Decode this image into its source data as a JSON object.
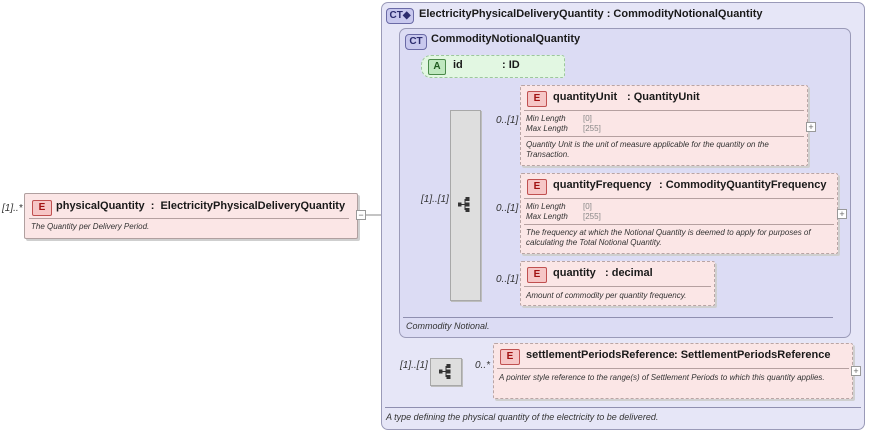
{
  "root": {
    "multiplicity": "[1]..*",
    "badge": "E",
    "name": "physicalQuantity",
    "type_sep": ":",
    "type": "ElectricityPhysicalDeliveryQuantity",
    "doc": "The Quantity per Delivery Period.",
    "collapse": "−"
  },
  "outer_type": {
    "badge": "CT◆",
    "title": "ElectricityPhysicalDeliveryQuantity : CommodityNotionalQuantity",
    "doc": "A type defining the physical quantity of the electricity to be delivered."
  },
  "inner_type": {
    "badge": "CT",
    "title": "CommodityNotionalQuantity",
    "doc": "Commodity Notional."
  },
  "attribute": {
    "badge": "A",
    "name": "id",
    "type": ": ID"
  },
  "sequence1": {
    "multiplicity": "[1]..[1]"
  },
  "sequence2": {
    "multiplicity": "[1]..[1]"
  },
  "elements": [
    {
      "multiplicity": "0..[1]",
      "badge": "E",
      "name": "quantityUnit",
      "type": ": QuantityUnit",
      "min_length_label": "Min Length",
      "min_length_value": "[0]",
      "max_length_label": "Max Length",
      "max_length_value": "[255]",
      "doc": "Quantity Unit is the unit of measure applicable for the quantity on the Transaction.",
      "expand": "+"
    },
    {
      "multiplicity": "0..[1]",
      "badge": "E",
      "name": "quantityFrequency",
      "type": ": CommodityQuantityFrequency",
      "min_length_label": "Min Length",
      "min_length_value": "[0]",
      "max_length_label": "Max Length",
      "max_length_value": "[255]",
      "doc": "The frequency at which the Notional Quantity is deemed to apply for purposes of calculating the Total Notional Quantity.",
      "expand": "+"
    },
    {
      "multiplicity": "0..[1]",
      "badge": "E",
      "name": "quantity",
      "type": ": decimal",
      "doc": "Amount of commodity per quantity frequency."
    },
    {
      "multiplicity": "0..*",
      "badge": "E",
      "name": "settlementPeriodsReference",
      "type": ": SettlementPeriodsReference",
      "doc": "A pointer style reference to the range(s) of Settlement Periods to which this quantity applies.",
      "expand": "+"
    }
  ]
}
